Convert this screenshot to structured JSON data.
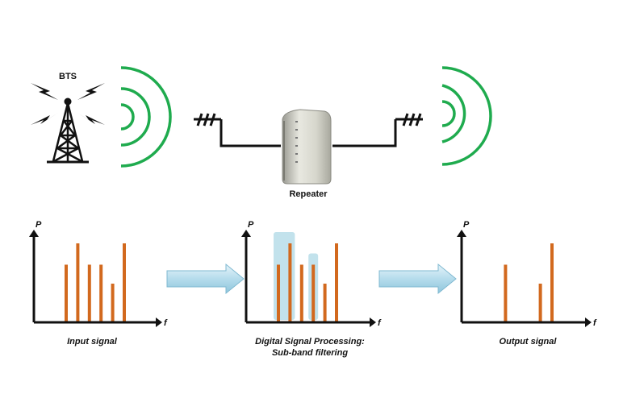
{
  "labels": {
    "bts": "BTS",
    "repeater": "Repeater"
  },
  "charts": [
    {
      "caption_lines": [
        "Input signal"
      ],
      "y_label": "P",
      "x_label": "f",
      "bars": [
        0.73,
        1.0,
        0.73,
        0.73,
        0.49,
        1.0
      ],
      "highlights": []
    },
    {
      "caption_lines": [
        "Digital Signal Processing:",
        "Sub-band filtering"
      ],
      "y_label": "P",
      "x_label": "f",
      "bars": [
        0.73,
        1.0,
        0.73,
        0.73,
        0.49,
        1.0
      ],
      "highlights": [
        [
          0,
          1
        ],
        [
          3,
          3
        ]
      ]
    },
    {
      "caption_lines": [
        "Output signal"
      ],
      "y_label": "P",
      "x_label": "f",
      "bars": [
        0,
        0.73,
        0,
        0,
        0.49,
        1.0
      ],
      "highlights": []
    }
  ],
  "colors": {
    "bar": "#d2691e",
    "highlight": "#aed8e6",
    "wave": "#1fab4e",
    "arrow_fill": "#b5dcec",
    "arrow_stroke": "#7fb8d0"
  },
  "icons": [
    "tower-icon",
    "signal-wave-icon",
    "repeater-device-icon",
    "antenna-icon",
    "process-arrow-icon"
  ]
}
